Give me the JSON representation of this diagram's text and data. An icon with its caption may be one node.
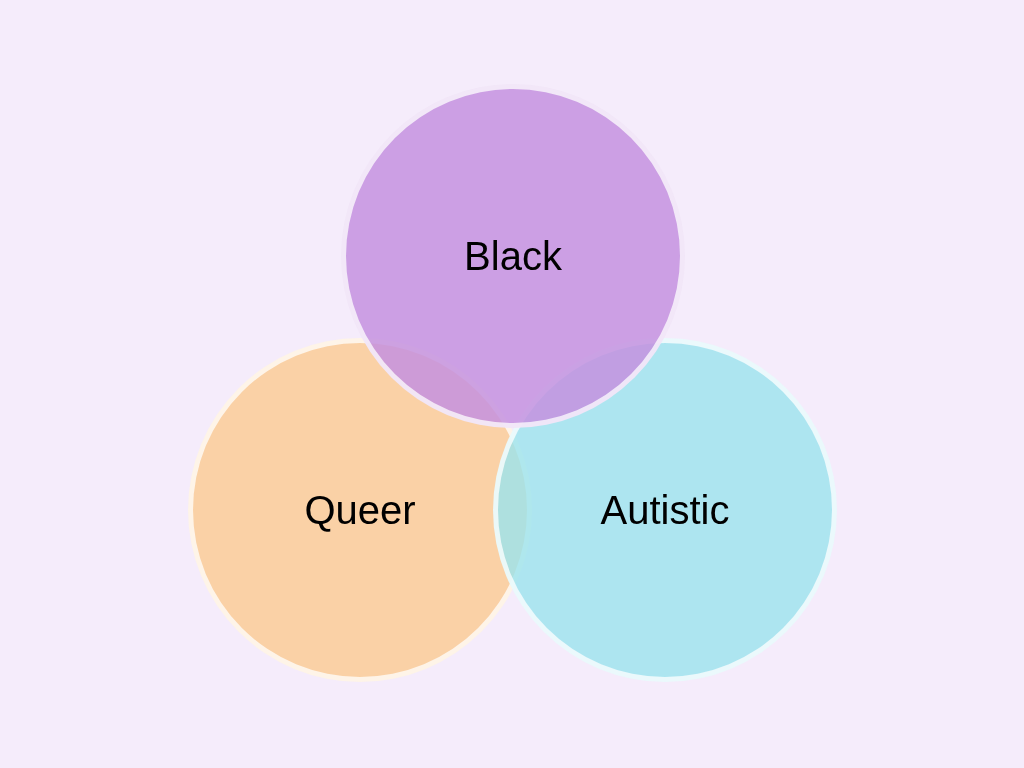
{
  "diagram": {
    "nodes": [
      {
        "text": [
          "Black"
        ]
      },
      {
        "text": [
          "Queer"
        ]
      },
      {
        "text": [
          "Autistic"
        ]
      }
    ]
  }
}
